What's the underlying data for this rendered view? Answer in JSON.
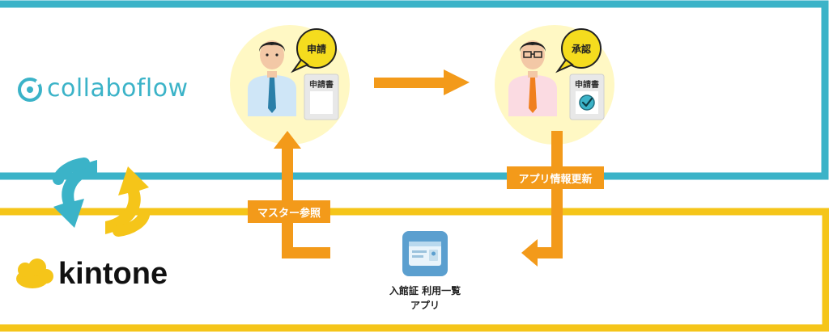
{
  "colors": {
    "collaboflow_blue": "#3bb3c8",
    "kintone_yellow": "#f5c519",
    "flow_orange": "#f39a1a",
    "bubble_yellow": "#fff8c4"
  },
  "brands": {
    "collaboflow": "collaboflow",
    "kintone": "kintone"
  },
  "applicant": {
    "speech": "申請",
    "document": "申請書"
  },
  "approver": {
    "speech": "承認",
    "document": "申請書"
  },
  "labels": {
    "master_reference": "マスター参照",
    "app_update": "アプリ情報更新"
  },
  "app": {
    "line1": "入館証 利用一覧",
    "line2": "アプリ",
    "icon": "id-card-icon"
  }
}
